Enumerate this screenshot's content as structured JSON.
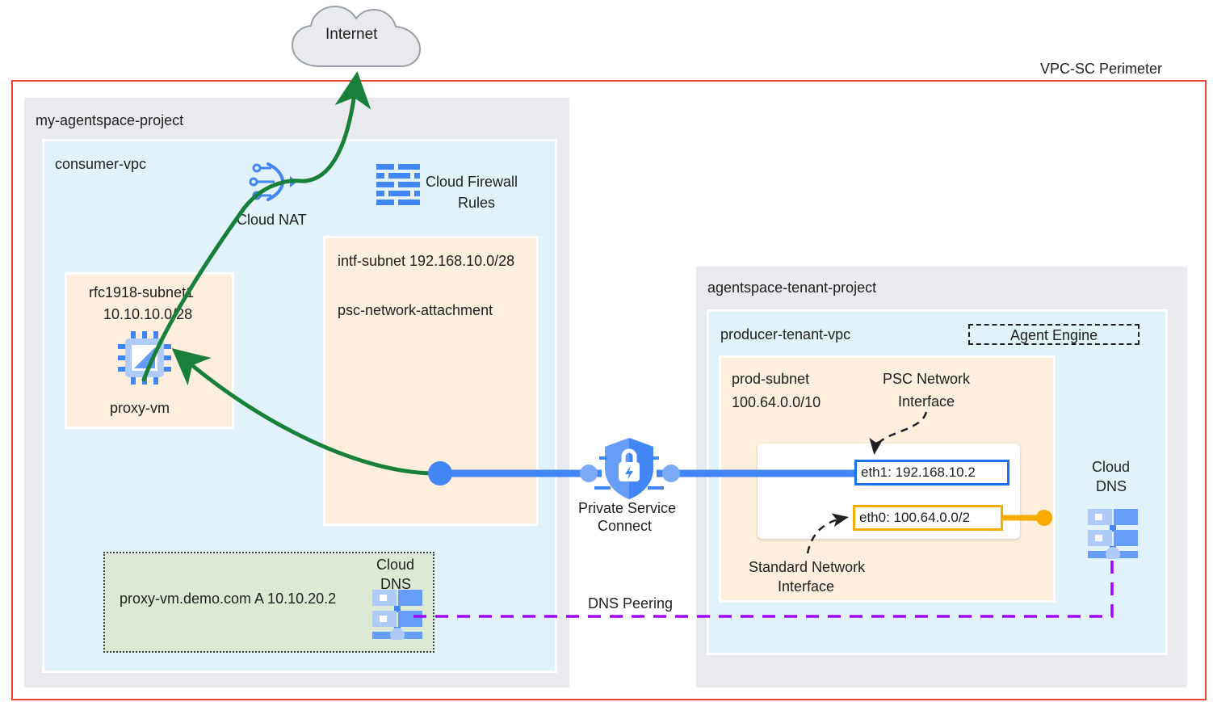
{
  "diagram": {
    "title": "VPC-SC Perimeter",
    "perimeter_label": "VPC-SC Perimeter",
    "internet_label": "Internet"
  },
  "colors": {
    "perimeter_red": "#ea4335",
    "project_gray": "#e8eaed",
    "vpc_blue": "#e1f2fb",
    "subnet_orange": "#fdeedd",
    "dns_zone_green": "#dce9d5",
    "google_blue": "#4285f4",
    "psc_blue": "#1a73e8",
    "nic_yellow": "#f9ab00",
    "nat_green": "#188038",
    "dns_peering_purple": "#a200ff"
  },
  "consumer": {
    "project_label": "my-agentspace-project",
    "vpc_label": "consumer-vpc",
    "nat_label": "Cloud NAT",
    "firewall_label": "Cloud Firewall\nRules",
    "firewall_label_line1": "Cloud Firewall",
    "firewall_label_line2": "Rules",
    "rfc_subnet_line1": "rfc1918-subnet1",
    "rfc_subnet_line2": "10.10.10.0/28",
    "vm_label": "proxy-vm",
    "intf_subnet_line1": "intf-subnet 192.168.10.0/28",
    "intf_subnet_line2": "psc-network-attachment",
    "dns_zone": {
      "record": "proxy-vm.demo.com  A 10.10.20.2",
      "icon_label_line1": "Cloud",
      "icon_label_line2": "DNS"
    }
  },
  "psc": {
    "label_line1": "Private Service",
    "label_line2": "Connect"
  },
  "dns_peering": {
    "label": "DNS Peering"
  },
  "producer": {
    "project_label": "agentspace-tenant-project",
    "vpc_label": "producer-tenant-vpc",
    "agent_engine_label": "Agent Engine",
    "subnet_line1": "prod-subnet",
    "subnet_line2": "100.64.0.0/10",
    "psc_nic_callout_line1": "PSC Network",
    "psc_nic_callout_line2": "Interface",
    "std_nic_callout_line1": "Standard Network",
    "std_nic_callout_line2": "Interface",
    "nic_psc": "eth1: 192.168.10.2",
    "nic_std": "eth0: 100.64.0.0/2",
    "cloud_dns_line1": "Cloud",
    "cloud_dns_line2": "DNS"
  },
  "icons": {
    "internet": "cloud-icon",
    "nat": "cloud-nat-icon",
    "firewall": "cloud-firewall-icon",
    "vm": "compute-engine-chip-icon",
    "psc": "shield-lock-bolt-icon",
    "dns": "cloud-dns-icon"
  }
}
